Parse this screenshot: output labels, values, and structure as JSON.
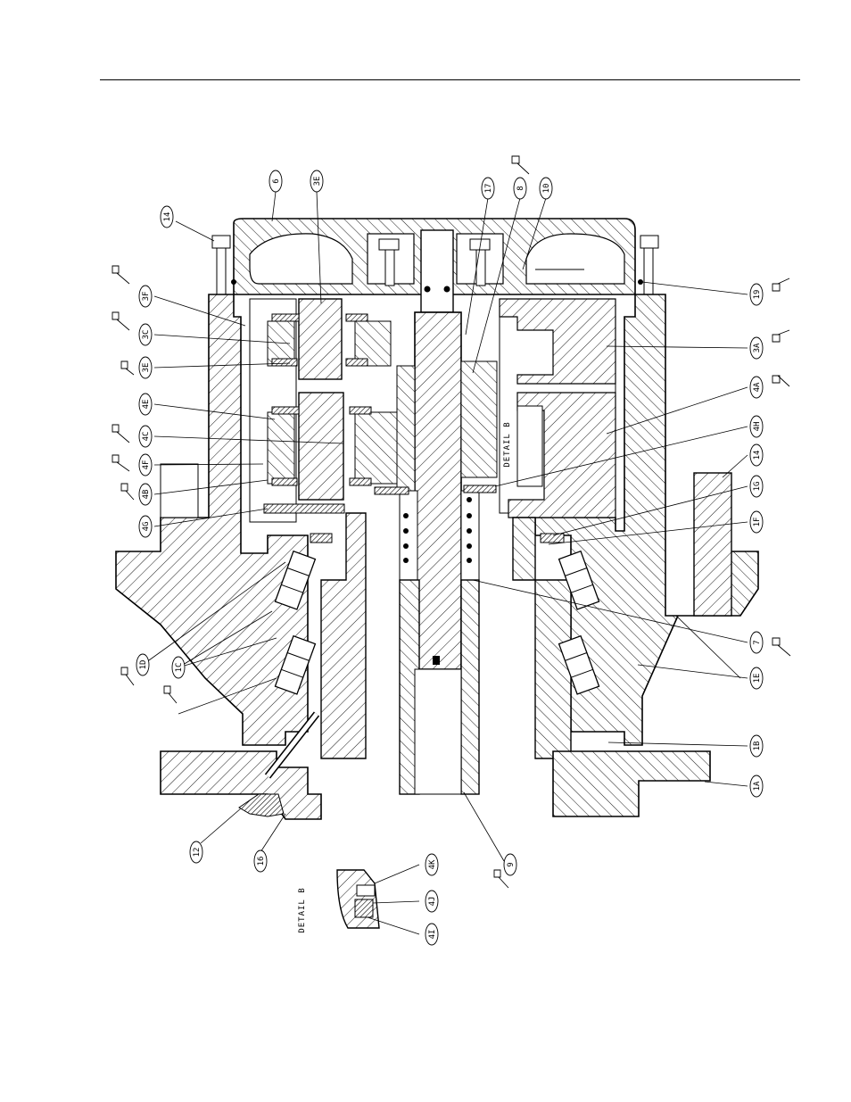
{
  "callouts": {
    "c6": "6",
    "c3E": "3E",
    "c17": "17",
    "c8": "8",
    "c10": "10",
    "c14a": "14",
    "c3F": "3F",
    "c3C": "3C",
    "c3E2": "3E",
    "c4E": "4E",
    "c4C": "4C",
    "c4F": "4F",
    "c4B": "4B",
    "c4G": "4G",
    "c19": "19",
    "c3A": "3A",
    "c4A": "4A",
    "c4H": "4H",
    "c14b": "14",
    "c1G": "1G",
    "c1F": "1F",
    "c1D": "1D",
    "c1C": "1C",
    "c7": "7",
    "c1E": "1E",
    "c1B": "1B",
    "c1A": "1A",
    "c12": "12",
    "c16": "16",
    "c9": "9",
    "c4K": "4K",
    "c4J": "4J",
    "c4I": "4I"
  },
  "labels": {
    "detail_b_main": "DETAIL B",
    "detail_b_inset": "DETAIL B"
  }
}
